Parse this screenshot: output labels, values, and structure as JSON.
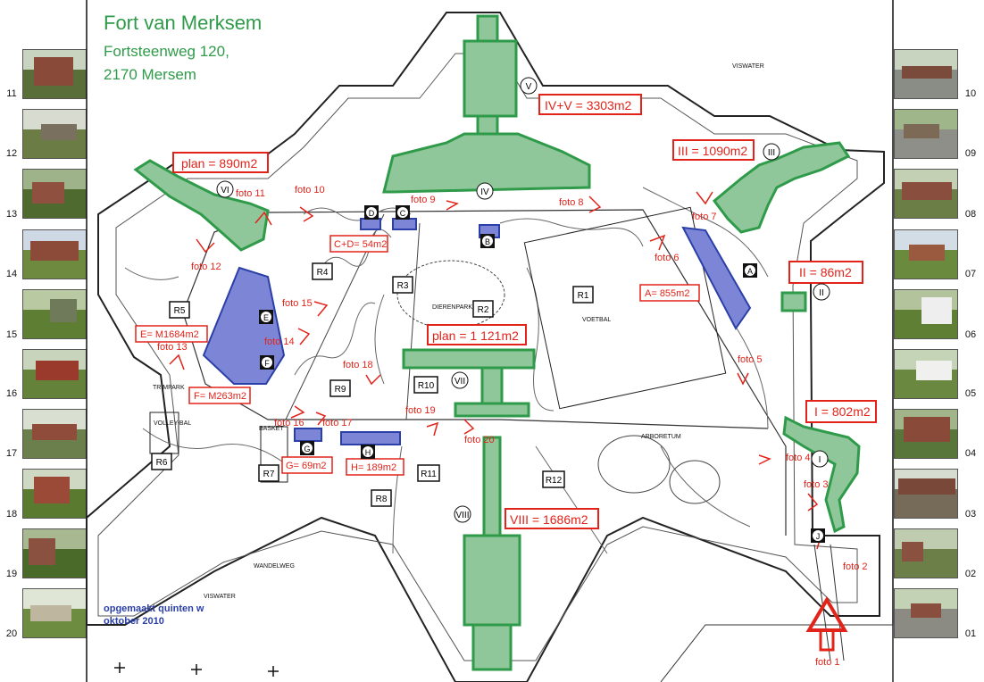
{
  "header": {
    "title": "Fort van Merksem",
    "address_line1": "Fortsteenweg 120,",
    "address_line2": "2170 Mersem"
  },
  "credit": {
    "line1": "opgemaakt quinten w",
    "line2": "oktober 2010"
  },
  "colors": {
    "building_fill": "#8fc79a",
    "building_stroke": "#2f9b4a",
    "annex_fill": "#7d86d6",
    "annex_stroke": "#2b3fa8",
    "annotation": "#e2231a",
    "title_green": "#2f9b4a",
    "credit_blue": "#2b3fa8"
  },
  "thumbnails": {
    "left": [
      "11",
      "12",
      "13",
      "14",
      "15",
      "16",
      "17",
      "18",
      "19",
      "20"
    ],
    "right": [
      "10",
      "09",
      "08",
      "07",
      "06",
      "05",
      "04",
      "03",
      "02",
      "01"
    ]
  },
  "map": {
    "water_labels": [
      "VISWATER",
      "VISWATER"
    ],
    "area_boxes": [
      "IV+V = 3303m2",
      "III = 1090m2",
      "plan = 890m2",
      "II = 86m2",
      "A= 855m2",
      "E= M1684m2",
      "plan = 1 121m2",
      "F= M263m2",
      "I = 802m2",
      "G= 69m2",
      "H= 189m2",
      "VIII = 1686m2",
      "C+D= 54m2"
    ],
    "roman_markers": [
      "V",
      "IV",
      "III",
      "VI",
      "II",
      "VII",
      "I",
      "VIII"
    ],
    "letter_markers": [
      "A",
      "B",
      "C",
      "D",
      "E",
      "F",
      "G",
      "H",
      "J"
    ],
    "zones": [
      "R1",
      "R2",
      "R3",
      "R4",
      "R5",
      "R6",
      "R7",
      "R8",
      "R9",
      "R10",
      "R11",
      "R12"
    ],
    "photo_markers": [
      "foto 1",
      "foto 2",
      "foto 3",
      "foto 4",
      "foto 5",
      "foto 6",
      "foto 7",
      "foto 8",
      "foto 9",
      "foto 10",
      "foto 11",
      "foto 12",
      "foto 13",
      "foto 14",
      "foto 15",
      "foto 16",
      "foto 17",
      "foto 18",
      "foto 19",
      "foto 20"
    ],
    "small_labels": {
      "dierenpark": "DIERENPARK",
      "voetbal": "VOETBAL",
      "arboretum": "ARBORETUM",
      "trimpark": "TRIMPARK",
      "volley": "VOLLEY-BAL",
      "basket": "BASKET",
      "wandelweg": "WANDELWEG"
    }
  }
}
